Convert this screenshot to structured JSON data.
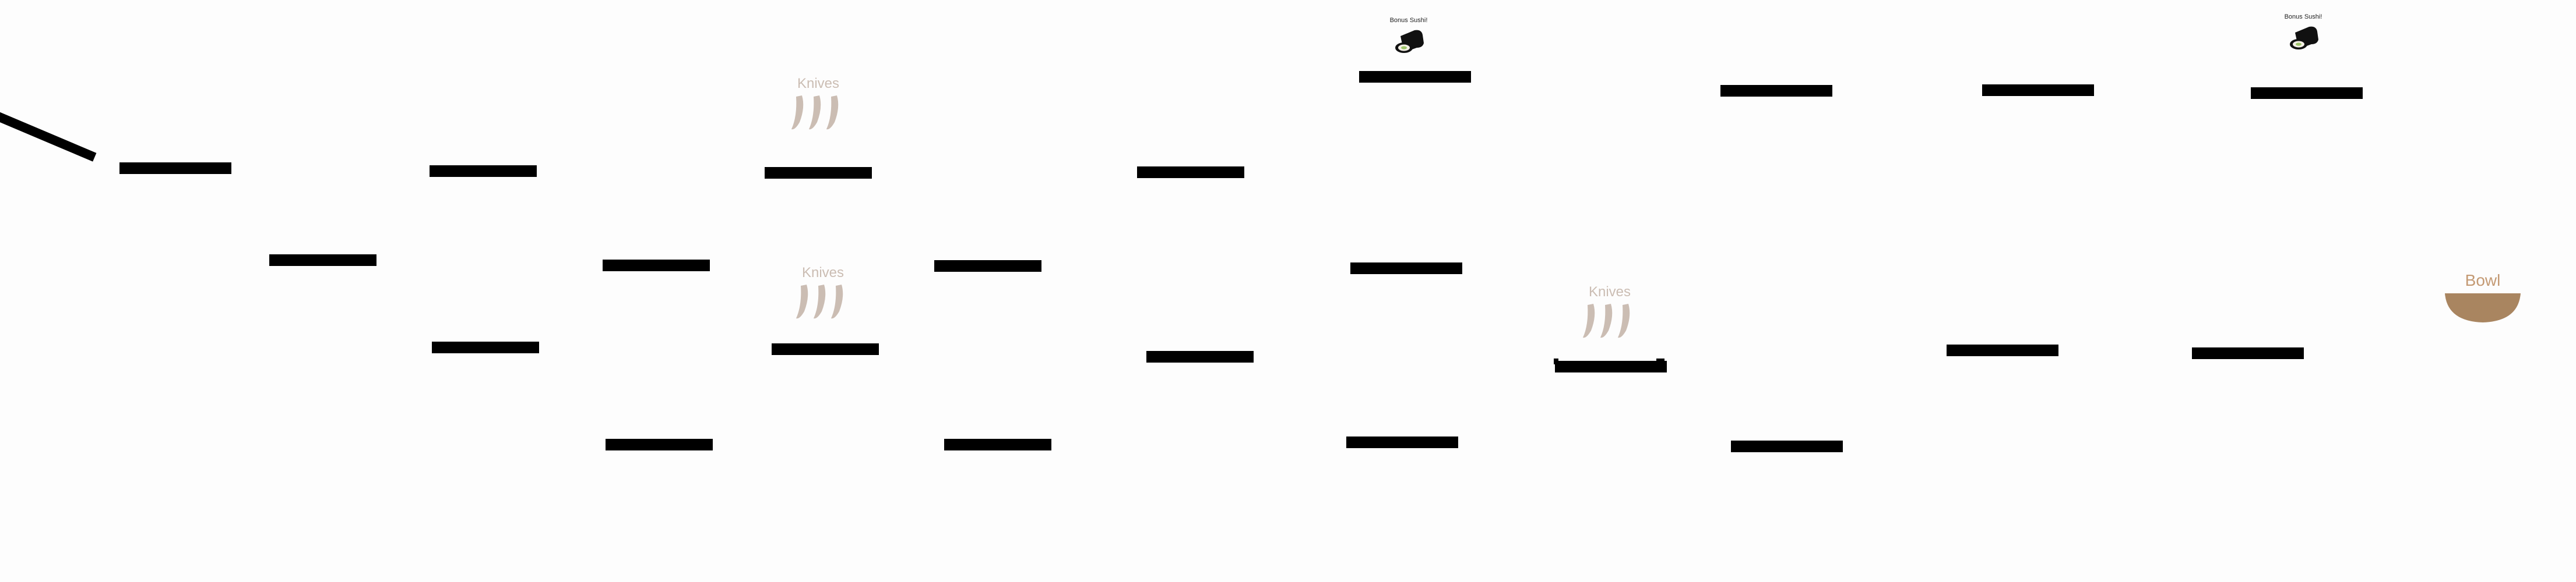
{
  "level": {
    "hazard_label": "Knives",
    "bonus_label": "Bonus Sushi!",
    "goal_label": "Bowl",
    "icons": {
      "knives": "knives-icon",
      "bonus": "sushi-roll-icon",
      "goal": "bowl-icon"
    },
    "colors": {
      "platform": "#000000",
      "knives": "#cbbdb3",
      "bowl": "#a98560",
      "background": "#fdfdfd"
    }
  }
}
